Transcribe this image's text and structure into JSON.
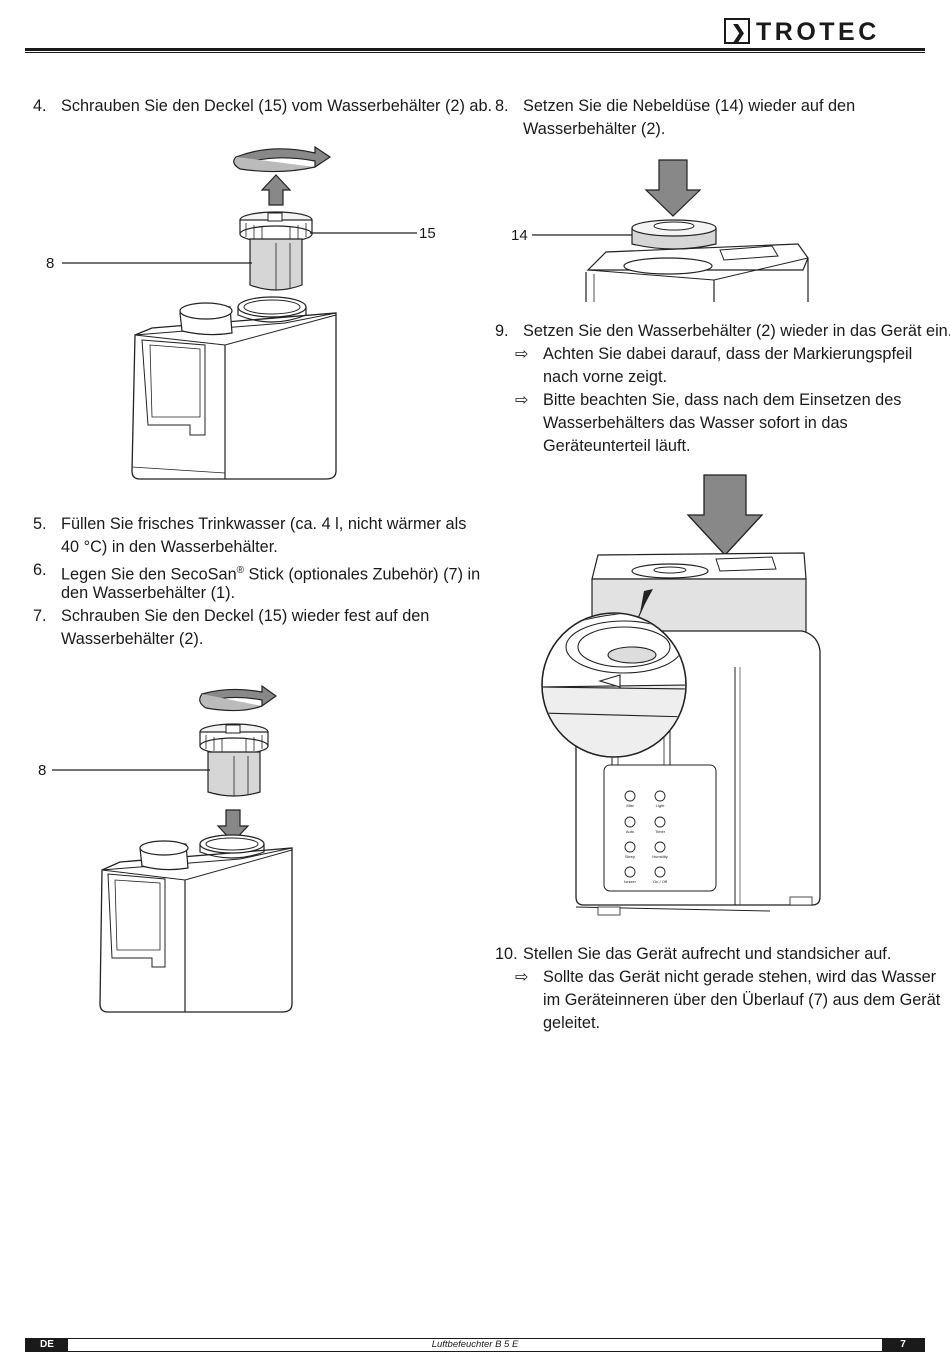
{
  "header": {
    "brand": "TROTEC",
    "brand_mark": "❯"
  },
  "left": {
    "step4": {
      "num": "4.",
      "text": "Schrauben Sie den Deckel (15) vom Wasserbehälter (2) ab."
    },
    "fig1": {
      "label_a": "15",
      "label_b": "8"
    },
    "step5": {
      "num": "5.",
      "line1": "Füllen Sie frisches Trinkwasser (ca. 4 l, nicht wärmer als",
      "line2": "40 °C) in den Wasserbehälter."
    },
    "step6": {
      "num": "6.",
      "line1_a": "Legen Sie den SecoSan",
      "line1_sup": "®",
      "line1_b": " Stick (optionales Zubehör) (7) in",
      "line2": "den Wasserbehälter (1)."
    },
    "step7": {
      "num": "7.",
      "line1": "Schrauben Sie den Deckel (15) wieder fest auf den",
      "line2": "Wasserbehälter (2)."
    },
    "fig2": {
      "label": "8"
    }
  },
  "right": {
    "step8": {
      "num": "8.",
      "line1": "Setzen Sie die Nebeldüse (14) wieder auf den",
      "line2": "Wasserbehälter (2)."
    },
    "fig3": {
      "label": "14"
    },
    "step9": {
      "num": "9.",
      "text": "Setzen Sie den Wasserbehälter (2) wieder in das Gerät ein.",
      "bullet1_l1": "Achten Sie dabei darauf, dass der Markierungspfeil",
      "bullet1_l2": "nach vorne zeigt.",
      "bullet2_l1": "Bitte beachten Sie, dass nach dem Einsetzen des",
      "bullet2_l2": "Wasserbehälters das Wasser sofort in das",
      "bullet2_l3": "Geräteunterteil läuft."
    },
    "fig4": {
      "panel": [
        "Mist",
        "Light",
        "Auto",
        "Timer",
        "Sleep",
        "Humidity",
        "Ionizer",
        "On / Off"
      ]
    },
    "step10": {
      "num": "10.",
      "text": "Stellen Sie das Gerät aufrecht und standsicher auf.",
      "bullet_l1": "Sollte das Gerät nicht gerade stehen, wird das Wasser",
      "bullet_l2": "im Geräteinneren über den Überlauf (7) aus dem Gerät",
      "bullet_l3": "geleitet."
    },
    "arrow_glyph": "⇨"
  },
  "footer": {
    "lang": "DE",
    "title": "Luftbefeuchter B 5 E",
    "page": "7"
  }
}
